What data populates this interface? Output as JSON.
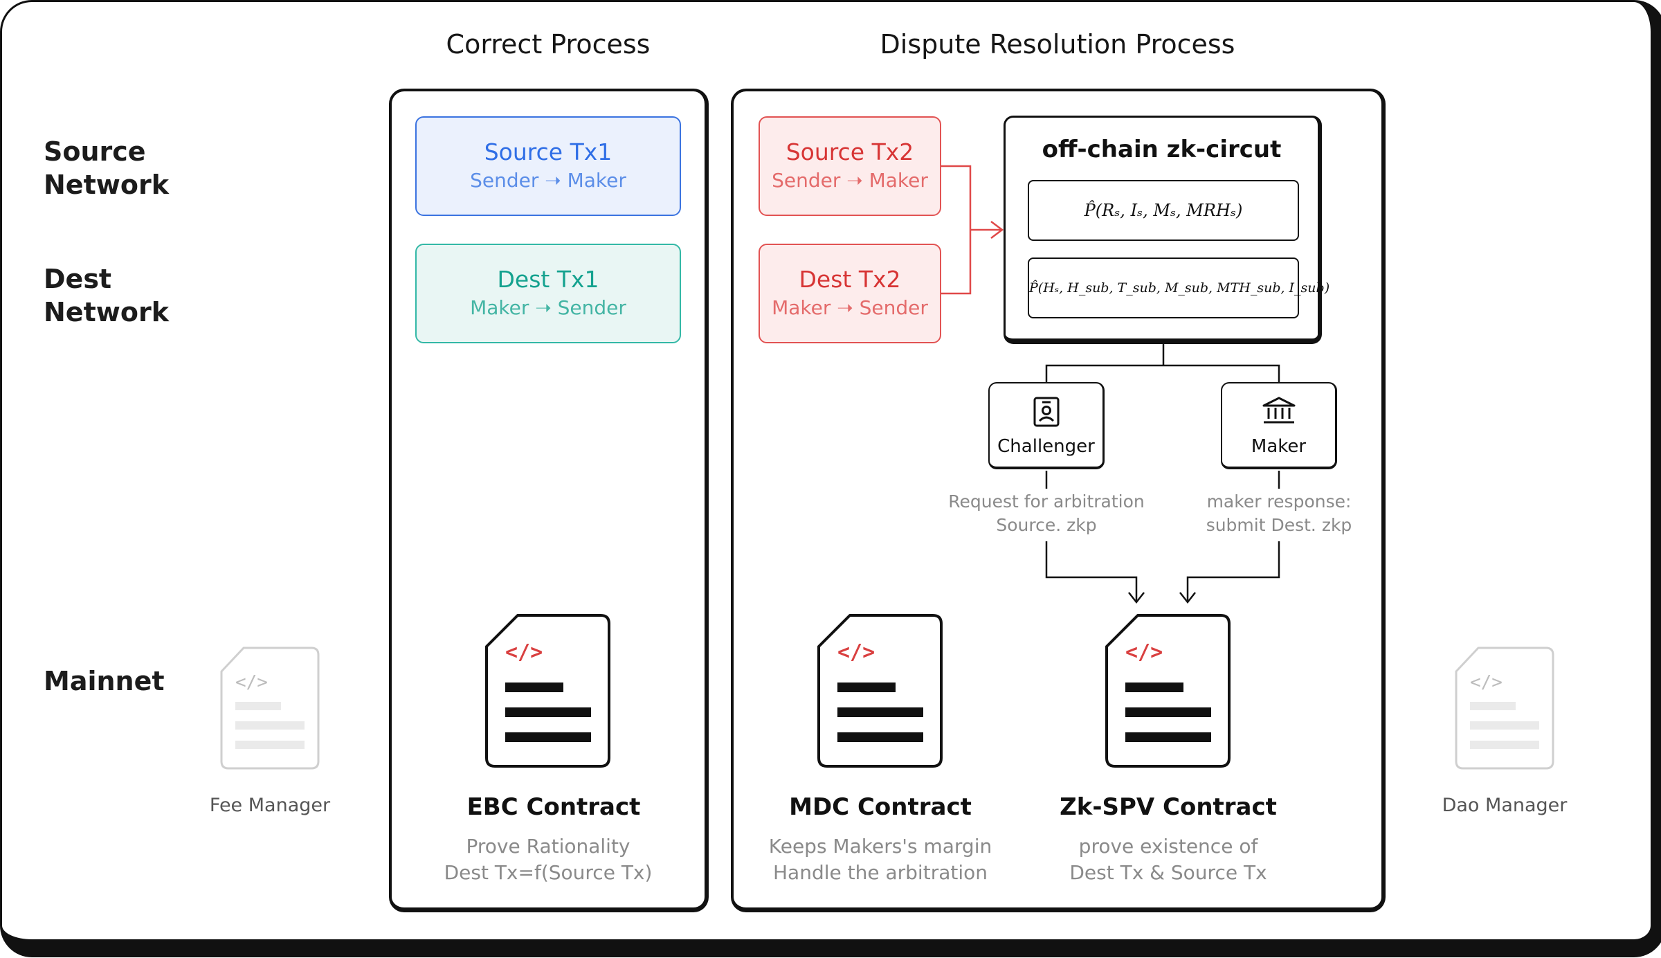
{
  "columns": {
    "correct_title": "Correct Process",
    "dispute_title": "Dispute Resolution Process"
  },
  "rows": {
    "source_network": [
      "Source",
      "Network"
    ],
    "dest_network": [
      "Dest",
      "Network"
    ],
    "mainnet": "Mainnet"
  },
  "correct": {
    "source_tx": {
      "title": "Source Tx1",
      "sub": "Sender ➝ Maker"
    },
    "dest_tx": {
      "title": "Dest Tx1",
      "sub": "Maker ➝ Sender"
    },
    "contract": {
      "name": "EBC Contract",
      "desc": [
        "Prove Rationality",
        "Dest Tx=f(Source Tx)"
      ]
    }
  },
  "dispute": {
    "source_tx": {
      "title": "Source Tx2",
      "sub": "Sender ➝ Maker"
    },
    "dest_tx": {
      "title": "Dest Tx2",
      "sub": "Maker ➝ Sender"
    },
    "zk_circuit": {
      "title": "off-chain zk-circut",
      "formula_1": "P̂(Rₛ, Iₛ, Mₛ, MRHₛ)",
      "formula_2": "P̂(Hₛ, H_sub, T_sub, M_sub, MTH_sub, I_sub)"
    },
    "challenger": {
      "label": "Challenger",
      "note": [
        "Request for arbitration",
        "Source. zkp"
      ]
    },
    "maker": {
      "label": "Maker",
      "note": [
        "maker response:",
        "submit Dest. zkp"
      ]
    },
    "mdc_contract": {
      "name": "MDC Contract",
      "desc": [
        "Keeps Makers's margin",
        "Handle the arbitration"
      ]
    },
    "zkspv_contract": {
      "name": "Zk-SPV Contract",
      "desc": [
        "prove existence of",
        "Dest Tx & Source Tx"
      ]
    }
  },
  "side": {
    "fee_manager": "Fee Manager",
    "dao_manager": "Dao Manager"
  },
  "icons": {
    "code_tag": "</>",
    "challenger": "id-badge-icon",
    "maker": "bank-icon"
  },
  "colors": {
    "blue": "#2f6ee6",
    "teal": "#15a28f",
    "red": "#d73535",
    "dark": "#111111",
    "gray": "#8a8a8a"
  }
}
